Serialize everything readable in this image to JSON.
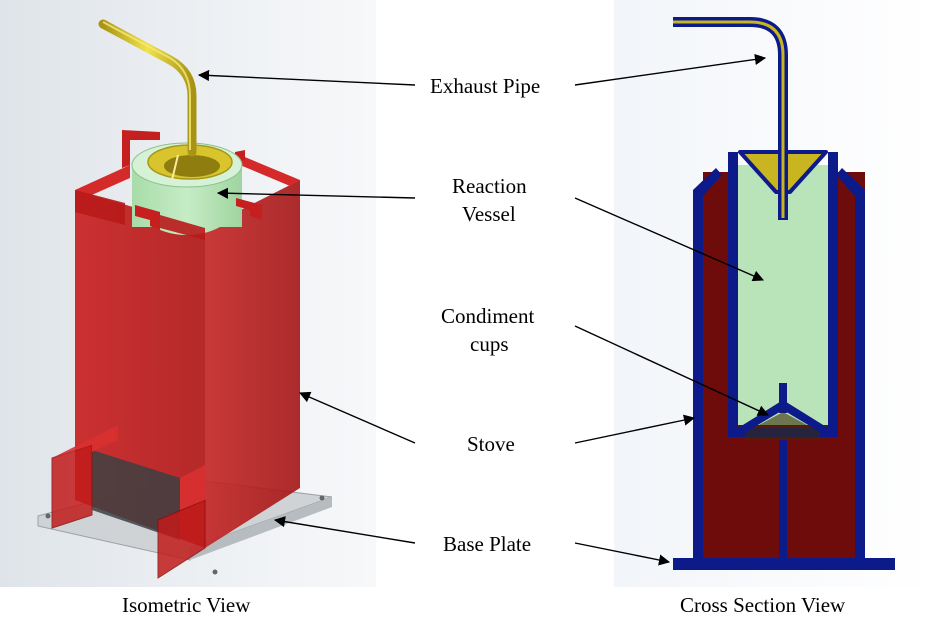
{
  "labels": {
    "exhaust_pipe": "Exhaust Pipe",
    "reaction_vessel_line1": "Reaction",
    "reaction_vessel_line2": "Vessel",
    "condiment_cups_line1": "Condiment",
    "condiment_cups_line2": "cups",
    "stove": "Stove",
    "base_plate": "Base Plate"
  },
  "captions": {
    "isometric": "Isometric View",
    "cross_section": "Cross Section View"
  },
  "colors": {
    "stove_red": "#b51d1d",
    "stove_dark": "#6e0b0b",
    "vessel_green": "#b9e3b9",
    "pipe_gold": "#c9b51f",
    "outline_blue": "#0d1a8a",
    "base_plate": "#d4d6d8"
  }
}
